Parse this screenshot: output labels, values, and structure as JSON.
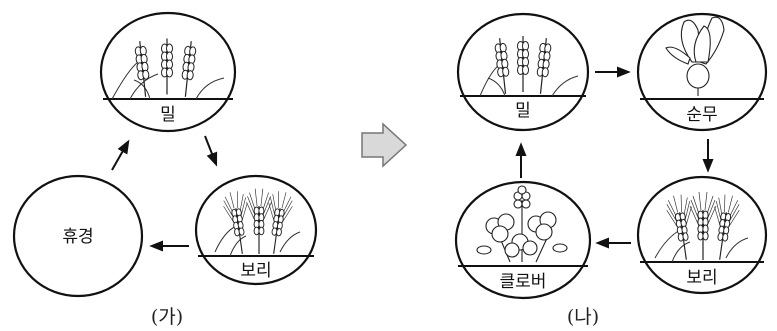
{
  "diagrams": [
    {
      "caption": "(가)",
      "nodes": [
        {
          "label": "밀",
          "picture": "wheat"
        },
        {
          "label": "보리",
          "picture": "barley"
        },
        {
          "label": "휴경",
          "picture": "none"
        }
      ]
    },
    {
      "caption": "(나)",
      "nodes": [
        {
          "label": "밀",
          "picture": "wheat"
        },
        {
          "label": "순무",
          "picture": "turnip"
        },
        {
          "label": "보리",
          "picture": "barley"
        },
        {
          "label": "클로버",
          "picture": "clover"
        }
      ]
    }
  ],
  "transition_icon": "right-arrow-icon"
}
